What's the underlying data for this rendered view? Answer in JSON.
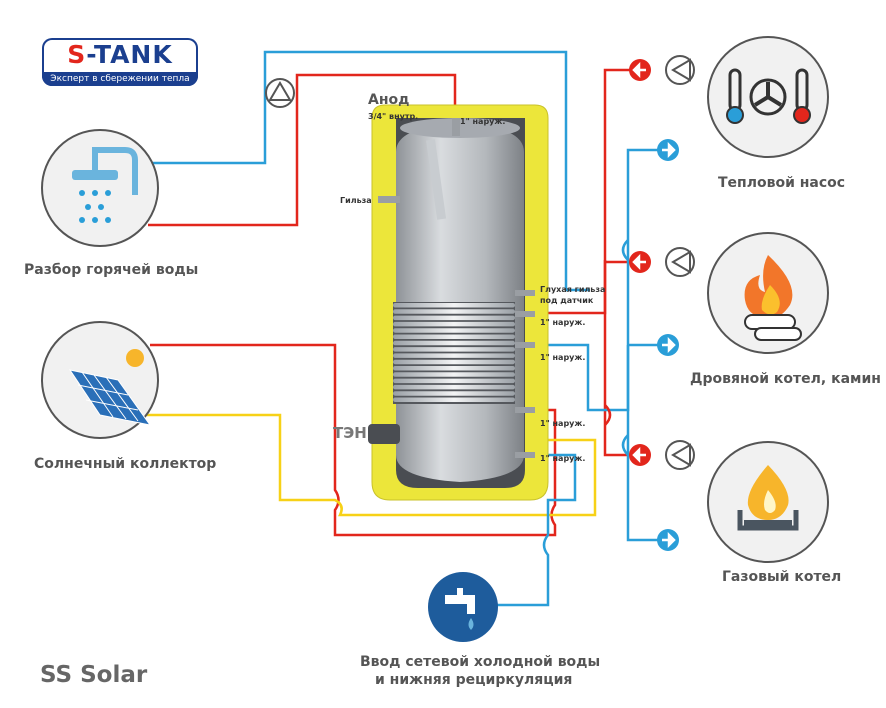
{
  "logo": {
    "brand_prefix": "S",
    "brand_rest": "-TANK",
    "tagline": "Эксперт в сбережении тепла"
  },
  "tank_labels": {
    "anode": "Анод",
    "inner_thread": "3/4\" внутр.",
    "outer_top": "1\" наруж.",
    "sleeve": "Гильза",
    "blind_sleeve": "Глухая гильза",
    "blind_sleeve_2": "под датчик",
    "port_1": "1\" наруж.",
    "port_2": "1\" наруж.",
    "port_3": "1\" наруж.",
    "port_4": "1\" наруж.",
    "heater": "ТЭН"
  },
  "devices": {
    "hot_water": "Разбор горячей воды",
    "solar": "Солнечный коллектор",
    "heat_pump": "Тепловой насос",
    "wood_boiler": "Дровяной котел, камин",
    "gas_boiler": "Газовый котел",
    "cold_inlet_1": "Ввод  сетевой холодной воды",
    "cold_inlet_2": "и нижняя рециркуляция"
  },
  "model": "SS Solar",
  "colors": {
    "hot": "#e2261c",
    "cold": "#2a9ed8",
    "solar": "#f7d117",
    "insulation": "#ece63a",
    "brand": "#1b3f8f"
  },
  "icons": [
    "shower-icon",
    "solar-panel-icon",
    "heat-pump-icon",
    "fire-icon",
    "gas-flame-icon",
    "faucet-icon",
    "pump-icon",
    "arrow-left-icon",
    "arrow-right-icon"
  ]
}
